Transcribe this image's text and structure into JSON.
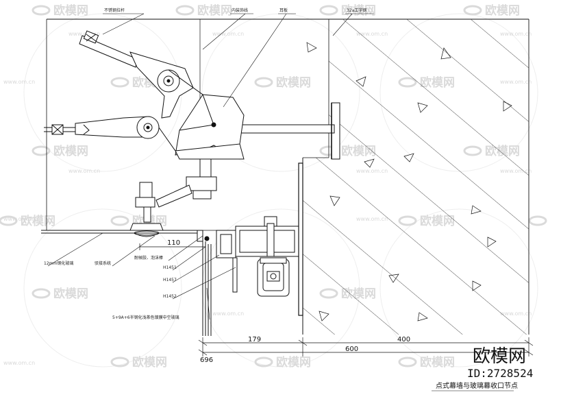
{
  "labels": {
    "steel_rod": "不锈钢拉杆",
    "interior_line": "内装饰线",
    "ear_plate": "耳板",
    "i_beam": "32a工字钢",
    "glass_12mm": "12mm钢化玻璃",
    "spider_system": "驳接系统",
    "sealant": "耐候胶、泡沫棒",
    "h1451": "H1451",
    "h1457": "H1457",
    "h1452": "H1452",
    "insulated_glass": "5+9A+6半钢化浅茶色镀膜中空玻璃"
  },
  "dimensions": {
    "d110": "110",
    "d179": "179",
    "d400": "400",
    "d600": "600",
    "d696": "696"
  },
  "title": "点式幕墙与玻璃幕收口节点",
  "brand": {
    "name": "欧模网",
    "id": "ID:2728524"
  },
  "watermark": {
    "logo": "欧模网",
    "url": "www.om.cn"
  }
}
